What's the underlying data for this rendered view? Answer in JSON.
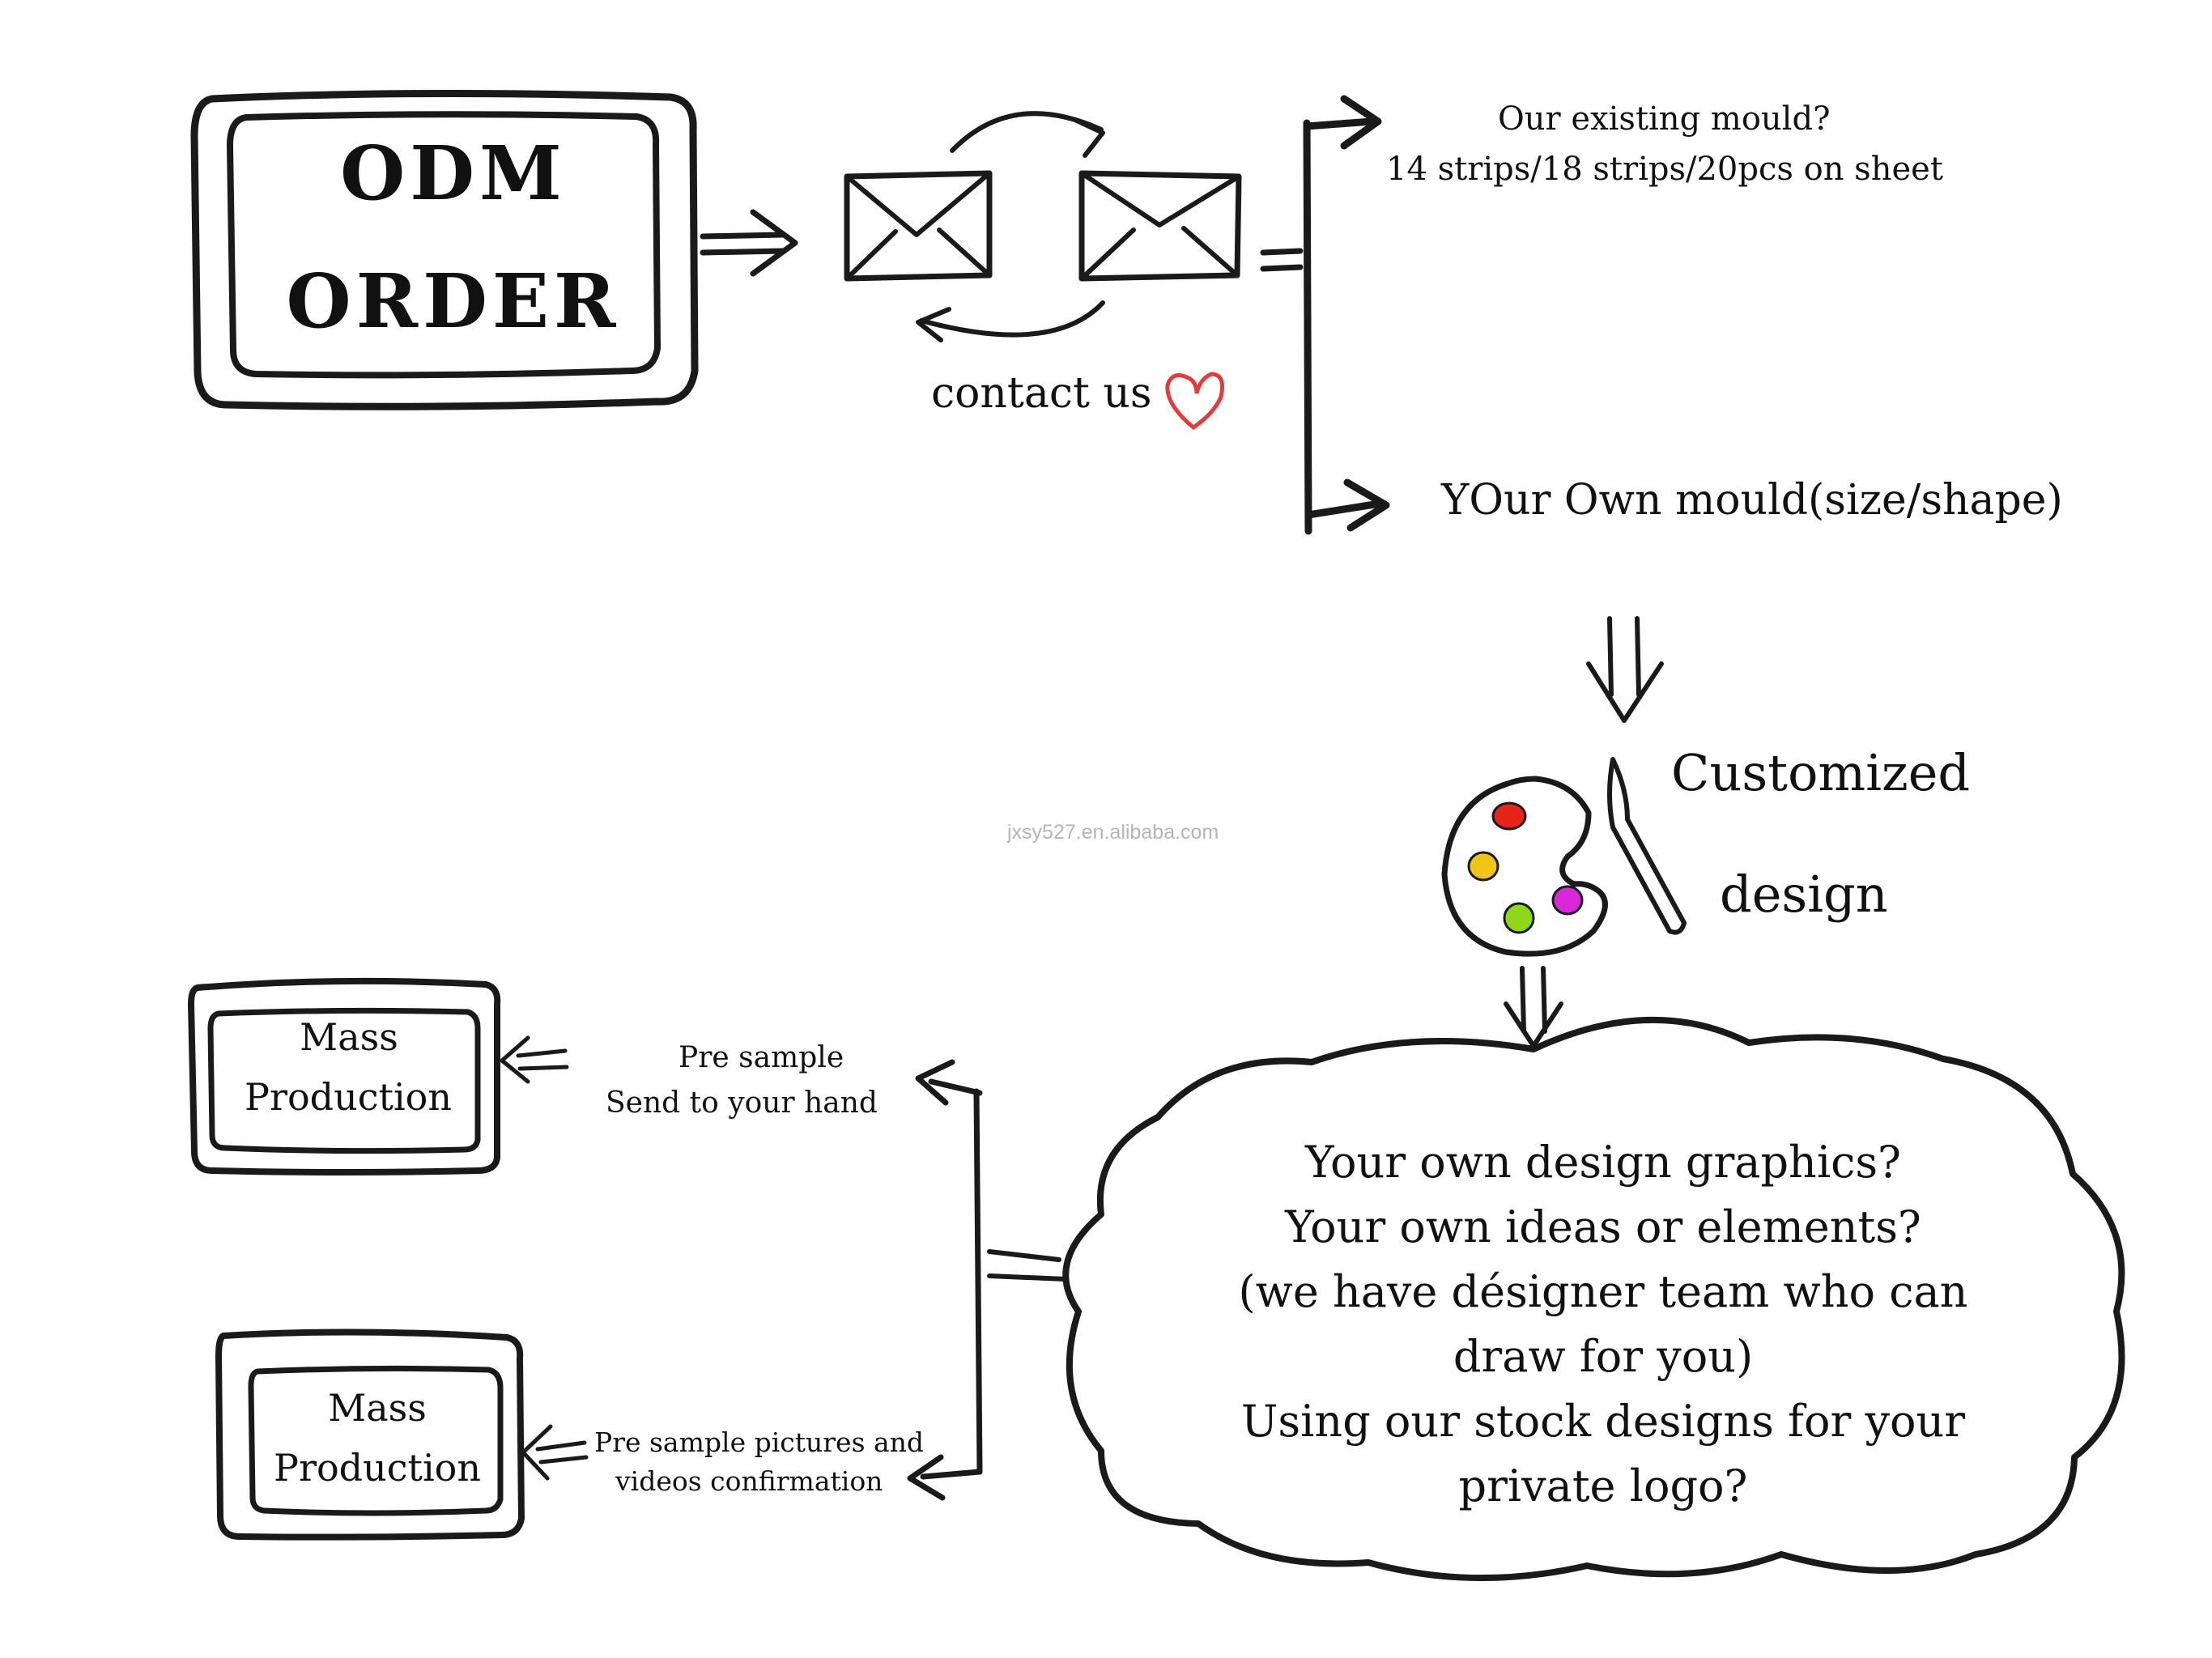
{
  "odm_box": {
    "line1": "ODM",
    "line2": "ORDER"
  },
  "contact": {
    "label": "contact us"
  },
  "options": {
    "existing_line1": "Our existing mould?",
    "existing_line2": "14 strips/18 strips/20pcs on sheet",
    "own_mould": "YOur Own mould(size/shape)"
  },
  "customized": {
    "line1": "Customized",
    "line2": "design"
  },
  "watermark": "jxsy527.en.alibaba.com",
  "cloud": {
    "lines": [
      "Your own design graphics?",
      "Your own ideas or elements?",
      "(we have désigner team who can",
      "draw for you)",
      "Using our stock designs for your",
      "private logo?"
    ]
  },
  "mass_top": {
    "line1": "Mass",
    "line2": "Production"
  },
  "mass_bottom": {
    "line1": "Mass",
    "line2": "Production"
  },
  "pre_sample_top": {
    "line1": "Pre sample",
    "line2": "Send to your hand"
  },
  "pre_sample_bottom": {
    "line1": "Pre sample pictures and",
    "line2": "videos confirmation"
  },
  "colors": {
    "stroke": "#1a1a1a",
    "heart": "#e23b3b",
    "paint_red": "#e8241a",
    "paint_yellow": "#f2c417",
    "paint_green": "#8fd71b",
    "paint_magenta": "#d928d9"
  }
}
